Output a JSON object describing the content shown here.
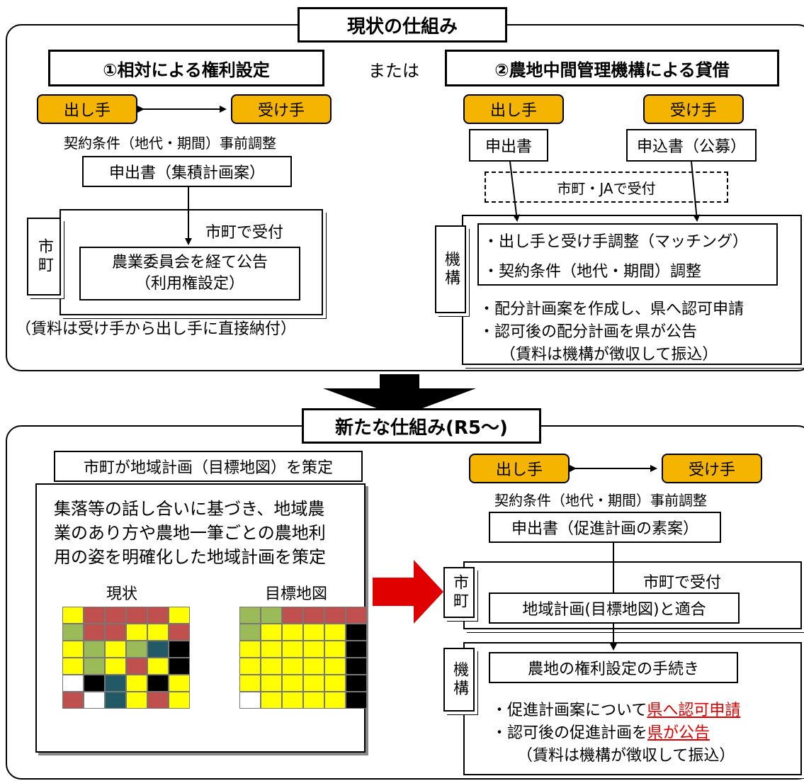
{
  "top": {
    "title": "現状の仕組み",
    "or_label": "または",
    "left": {
      "header": "①相対による権利設定",
      "giver": "出し手",
      "receiver": "受け手",
      "terms": "契約条件（地代・期間）事前調整",
      "application": "申出書（集積計画案）",
      "city_label": "市町",
      "city_receive": "市町で受付",
      "committee_line1": "農業委員会を経て公告",
      "committee_line2": "（利用権設定）",
      "payment_note": "（賃料は受け手から出し手に直接納付）"
    },
    "right": {
      "header": "②農地中間管理機構による貸借",
      "giver": "出し手",
      "receiver": "受け手",
      "giver_doc": "申出書",
      "receiver_doc": "申込書（公募）",
      "reception": "市町・JAで受付",
      "org_label": "機構",
      "adjust1": "・出し手と受け手調整（マッチング）",
      "adjust2": "・契約条件（地代・期間）調整",
      "note1": "・配分計画案を作成し、県へ認可申請",
      "note2": "・認可後の配分計画を県が公告",
      "note3": "（賃料は機構が徴収して振込）"
    }
  },
  "bottom": {
    "title": "新たな仕組み(R5～)",
    "left": {
      "header": "市町が地域計画（目標地図）を策定",
      "desc1": "集落等の話し合いに基づき、地域農",
      "desc2": "業のあり方や農地一筆ごとの農地利",
      "desc3": "用の姿を明確化した地域計画を策定",
      "current_label": "現状",
      "target_label": "目標地図",
      "current_grid": [
        [
          "y",
          "r",
          "r",
          "r",
          "r",
          "y"
        ],
        [
          "g",
          "r",
          "r",
          "y",
          "y",
          "r"
        ],
        [
          "y",
          "g",
          "y",
          "g",
          "t",
          "k"
        ],
        [
          "y",
          "g",
          "y",
          "r",
          "y",
          "k"
        ],
        [
          "w",
          "k",
          "t",
          "y",
          "k",
          "y"
        ],
        [
          "r",
          "w",
          "t",
          "y",
          "r",
          "y"
        ]
      ],
      "target_grid": [
        [
          "g",
          "g",
          "r",
          "r",
          "r",
          "r"
        ],
        [
          "g",
          "y",
          "y",
          "y",
          "y",
          "k"
        ],
        [
          "y",
          "y",
          "y",
          "y",
          "y",
          "k"
        ],
        [
          "y",
          "y",
          "y",
          "y",
          "y",
          "k"
        ],
        [
          "y",
          "y",
          "y",
          "y",
          "y",
          "k"
        ],
        [
          "w",
          "y",
          "y",
          "y",
          "y",
          "k"
        ]
      ],
      "grid_colors": {
        "y": "#ffff00",
        "r": "#c0504d",
        "g": "#9bbb59",
        "t": "#215967",
        "k": "#000000",
        "w": "#ffffff"
      }
    },
    "right": {
      "giver": "出し手",
      "receiver": "受け手",
      "terms": "契約条件（地代・期間）事前調整",
      "application": "申出書（促進計画の素案）",
      "city_label": "市町",
      "city_receive": "市町で受付",
      "conform": "地域計画(目標地図)と適合",
      "org_label": "機構",
      "procedure": "農地の権利設定の手続き",
      "note1_pre": "・促進計画案について",
      "note1_red": "県へ認可申請",
      "note2_pre": "・認可後の促進計画を",
      "note2_red": "県が公告",
      "note3": "（賃料は機構が徴収して振込）"
    }
  },
  "arrow_color": "#e00000"
}
